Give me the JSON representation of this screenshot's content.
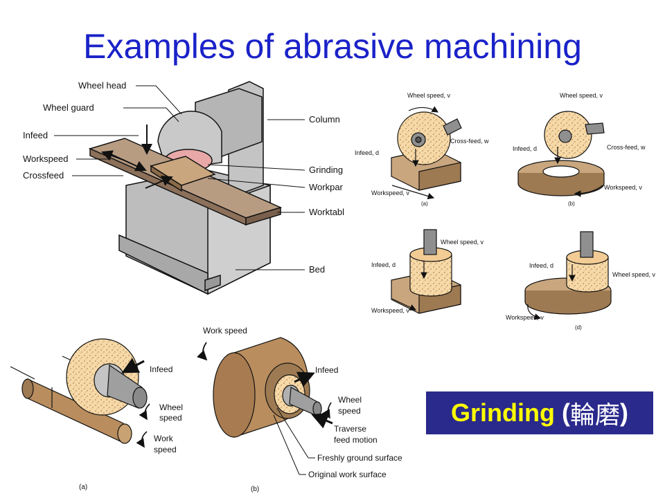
{
  "title": "Examples of abrasive machining",
  "machine": {
    "labels": {
      "wheel_head": "Wheel head",
      "wheel_guard": "Wheel guard",
      "infeed": "Infeed",
      "workspeed": "Workspeed",
      "crossfeed": "Crossfeed",
      "column": "Column",
      "grinding": "Grinding",
      "workpart": "Workpar",
      "worktable": "Worktabl",
      "bed": "Bed"
    }
  },
  "configs": {
    "a": {
      "wheel_speed": "Wheel speed, v",
      "cross_feed": "Cross-feed, w",
      "infeed": "Infeed, d",
      "workspeed": "Workspeed, v",
      "tag": "(a)"
    },
    "b": {
      "wheel_speed": "Wheel speed, v",
      "cross_feed": "Cross-feed, w",
      "infeed": "Infeed, d",
      "workspeed": "Workspeed, v",
      "tag": "(b)"
    },
    "c": {
      "wheel_speed": "Wheel speed, v",
      "infeed": "Infeed, d",
      "workspeed": "Workspeed, v"
    },
    "d": {
      "wheel_speed": "Wheel speed, v",
      "infeed": "Infeed, d",
      "workspeed": "Workspeed, v",
      "tag": "(d)"
    }
  },
  "cylindrical": {
    "a": {
      "infeed": "Infeed",
      "wheel_speed_1": "Wheel",
      "wheel_speed_2": "speed",
      "work_speed_1": "Work",
      "work_speed_2": "speed",
      "tag": "(a)"
    },
    "b": {
      "work_speed": "Work speed",
      "infeed": "Infeed",
      "wheel_speed_1": "Wheel",
      "wheel_speed_2": "speed",
      "traverse_1": "Traverse",
      "traverse_2": "feed motion",
      "fresh": "Freshly ground surface",
      "original": "Original work surface",
      "tag": "(b)"
    }
  },
  "badge": {
    "main": "Grinding",
    "paren_open": " (",
    "chinese": "輪磨",
    "paren_close": ")"
  }
}
